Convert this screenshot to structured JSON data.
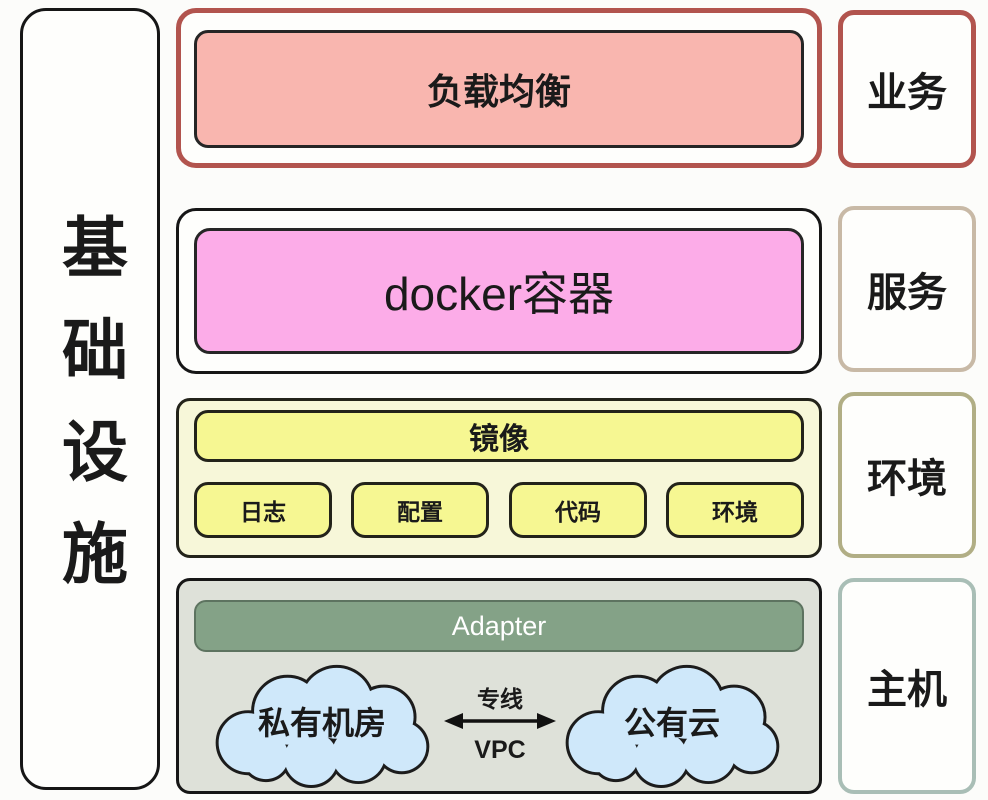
{
  "diagram": {
    "left_panel": {
      "title": "基础设施"
    },
    "rows": [
      {
        "name": "load-balancer-row",
        "inner_label": "负载均衡"
      },
      {
        "name": "docker-row",
        "inner_label": "docker容器"
      },
      {
        "name": "image-row",
        "top_label": "镜像",
        "items": [
          "日志",
          "配置",
          "代码",
          "环境"
        ]
      },
      {
        "name": "host-row",
        "adapter_label": "Adapter",
        "cloud_left": "私有机房",
        "cloud_right": "公有云",
        "link_top": "专线",
        "link_bottom": "VPC"
      }
    ],
    "right_labels": [
      "业务",
      "服务",
      "环境",
      "主机"
    ],
    "colors": {
      "background": "#fcfcfa",
      "outline_black": "#1a1a1a",
      "red_border": "#b2544e",
      "salmon_fill": "#f9b6af",
      "pink_fill": "#fcace8",
      "pale_yellow_fill": "#f7f7d9",
      "yellow_fill": "#f6f792",
      "gray_green_fill": "#dee1d9",
      "adapter_green": "#84a287",
      "cloud_blue": "#cfe8fa",
      "tan_border": "#c8b9a6",
      "olive_border": "#b1ae85",
      "teal_border": "#a9beb6"
    }
  }
}
